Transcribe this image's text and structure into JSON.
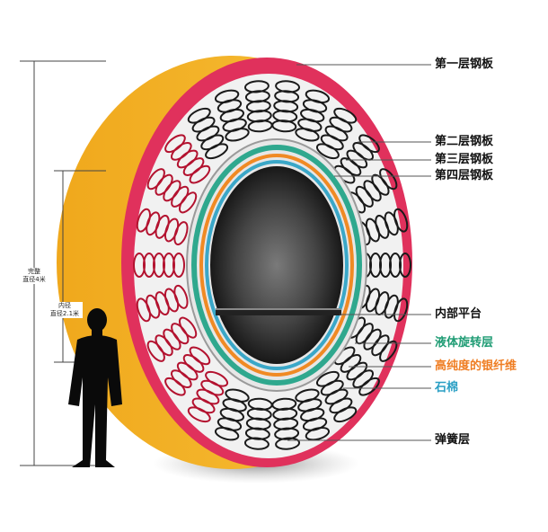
{
  "labels": {
    "steel_1": "第一层钢板",
    "steel_2": "第二层钢板",
    "steel_3": "第三层钢板",
    "steel_4": "第四层钢板",
    "platform": "内部平台",
    "liquid": "液体旋转层",
    "fiber": "高纯度的银纤维",
    "asbestos": "石棉",
    "spring": "弹簧层"
  },
  "dimensions": {
    "outer_line1": "完整",
    "outer_line2": "直径4米",
    "inner_line1": "内径",
    "inner_line2": "直径2.1米"
  },
  "colors": {
    "outer_shell": "#f2b32a",
    "red_rim": "#e0315c",
    "spring_bg": "#f1f1f1",
    "liquid_layer": "#2fa88e",
    "fiber_layer": "#f08a24",
    "asbestos_layer": "#3aa7c8",
    "label_liquid": "#1f9c74",
    "label_fiber": "#ef7d22",
    "label_asbestos": "#2a9fc4",
    "label_default": "#111111"
  }
}
